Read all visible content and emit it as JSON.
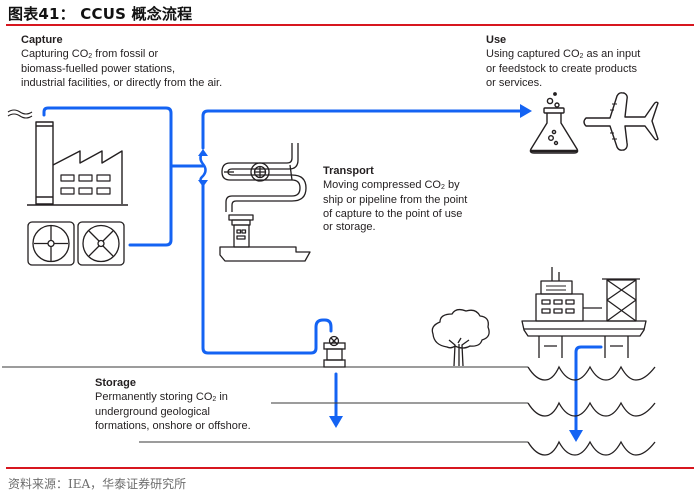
{
  "figure": {
    "title": "图表41： CCUS 概念流程",
    "source": "资料来源：IEA，华泰证券研究所"
  },
  "colors": {
    "accent_rule": "#d7161f",
    "flow_line": "#1463f3",
    "icon_stroke": "#231f20"
  },
  "stages": {
    "capture": {
      "heading": "Capture",
      "line1_pre": "Capturing CO",
      "line1_sub": "2",
      "line1_post": " from fossil or",
      "line2": "biomass-fuelled power stations,",
      "line3": "industrial facilities, or directly from the air."
    },
    "use": {
      "heading": "Use",
      "line1_pre": "Using captured CO",
      "line1_sub": "2",
      "line1_post": " as an input",
      "line2": "or feedstock to create products",
      "line3": "or services."
    },
    "transport": {
      "heading": "Transport",
      "line1_pre": "Moving compressed CO",
      "line1_sub": "2",
      "line1_post": " by",
      "line2": "ship or pipeline from the point",
      "line3": "of capture to the point of use",
      "line4": "or storage."
    },
    "storage": {
      "heading": "Storage",
      "line1_pre": "Permanently storing CO",
      "line1_sub": "2",
      "line1_post": " in",
      "line2": "underground geological",
      "line3": "formations, onshore or offshore."
    }
  },
  "icons": [
    "factory-icon",
    "fan-unit-icon",
    "pipeline-icon",
    "ship-icon",
    "flask-icon",
    "airplane-icon",
    "wellhead-icon",
    "tree-icon",
    "offshore-platform-icon",
    "waves-icon"
  ]
}
